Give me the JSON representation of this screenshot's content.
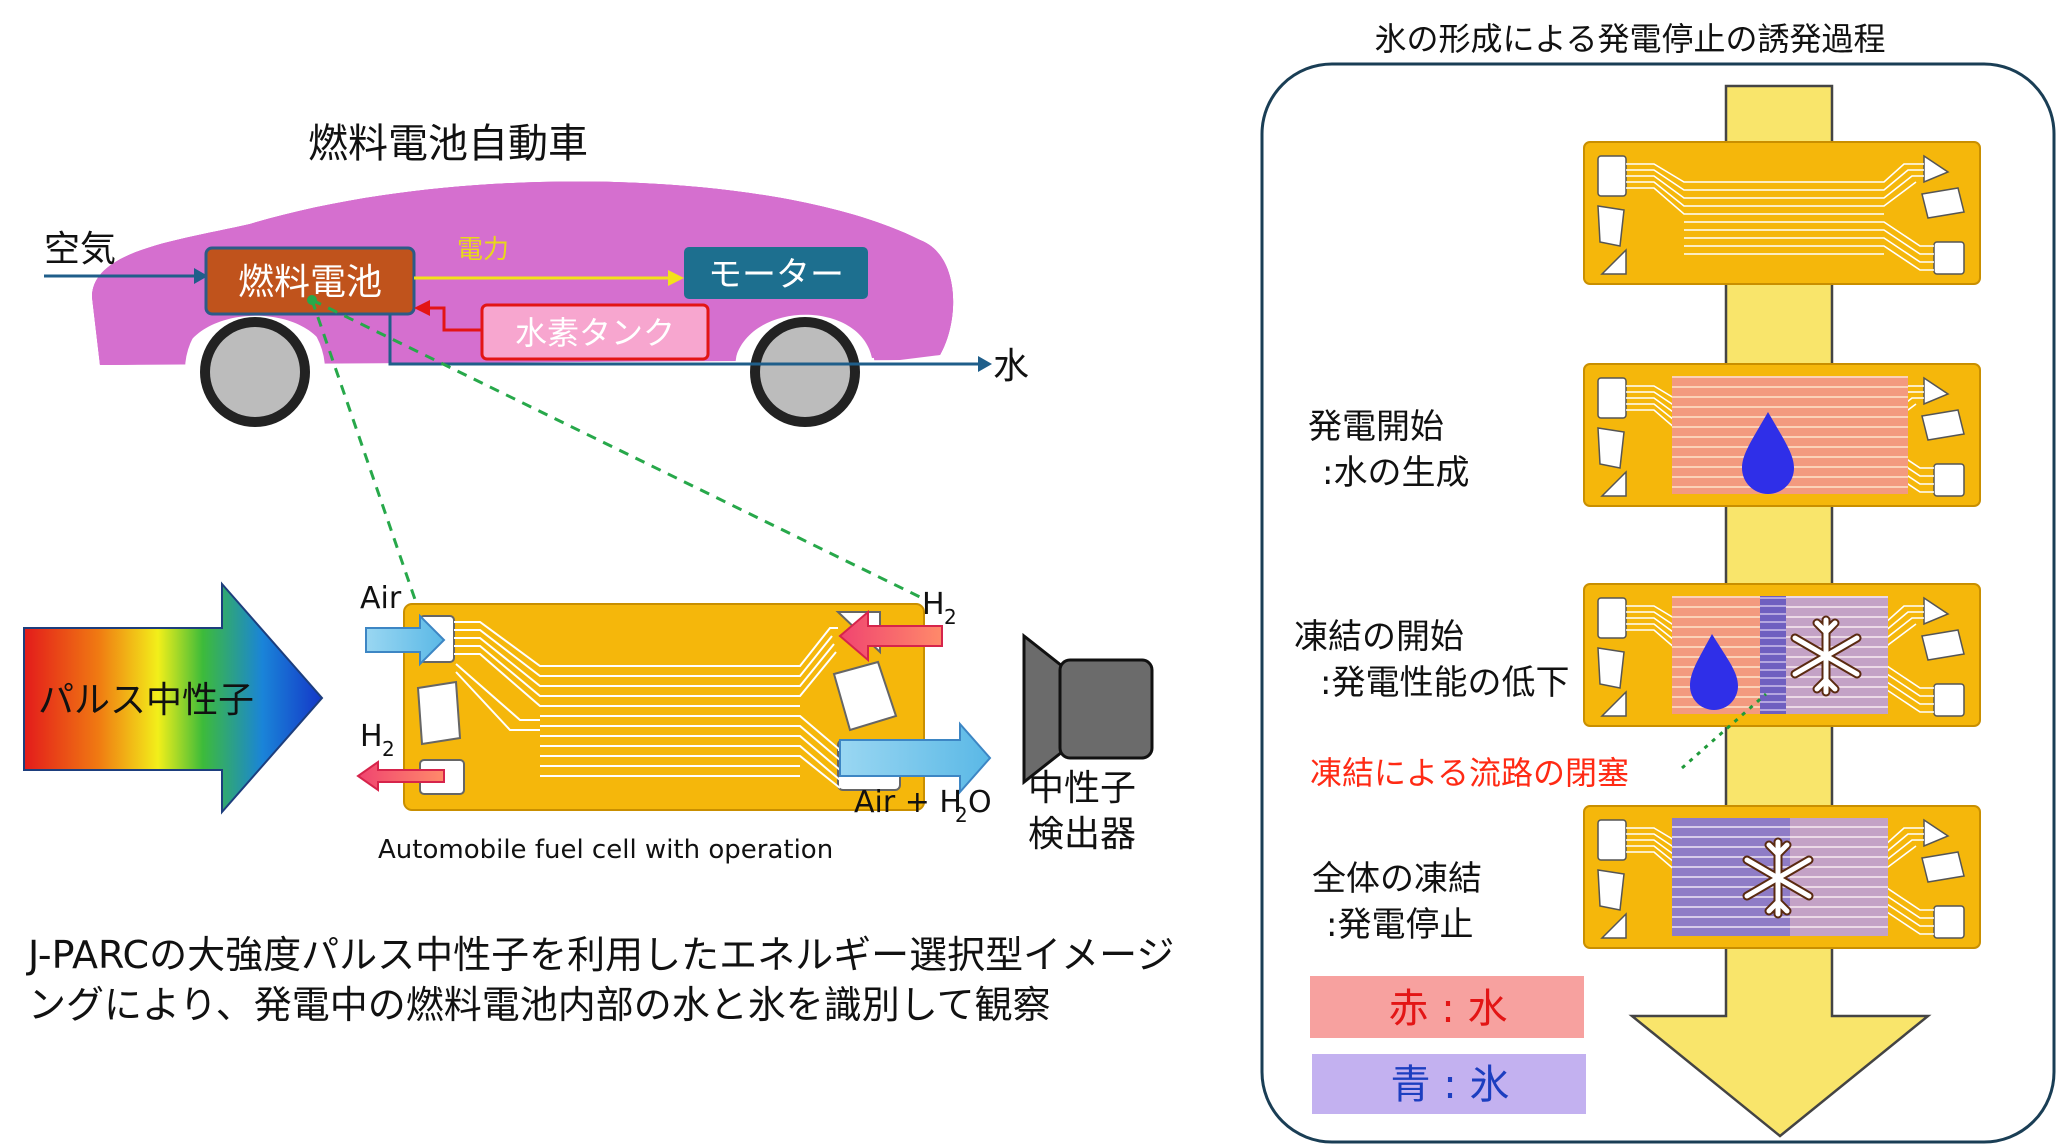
{
  "car": {
    "title": "燃料電池自動車",
    "air": "空気",
    "power": "電力",
    "fuel_cell": "燃料電池",
    "motor": "モーター",
    "h2_tank": "水素タンク",
    "water": "水"
  },
  "cell": {
    "neutron": "パルス中性子",
    "air_in": "Air",
    "h2_in_top": "H",
    "h2_in_top_sub": "2",
    "h2_out": "H",
    "h2_out_sub": "2",
    "exhaust_a": "Air + H",
    "exhaust_sub": "2",
    "exhaust_b": "O",
    "caption": "Automobile fuel cell with operation",
    "detector_line1": "中性子",
    "detector_line2": "検出器"
  },
  "description": "J-PARCの大強度パルス中性子を利用したエネルギー選択型イメージングにより、発電中の燃料電池内部の水と氷を識別して観察",
  "process": {
    "title": "氷の形成による発電停止の誘発過程",
    "stage2_line1": "発電開始",
    "stage2_line2": ":水の生成",
    "stage3_line1": "凍結の開始",
    "stage3_line2": ":発電性能の低下",
    "blockage": "凍結による流路の閉塞",
    "stage4_line1": "全体の凍結",
    "stage4_line2": ":発電停止"
  },
  "legend": {
    "red": "赤 : 水",
    "blue": "青 : 氷"
  },
  "colors": {
    "car_body": "#d56fcf",
    "fuel_cell_box": "#c0531c",
    "motor_box": "#1d6f8f",
    "tank_box": "#f7a6cf",
    "cell_plate": "#f5b70b",
    "water_region": "#f39a7f",
    "ice_region": "#9f86c9",
    "legend_red": "#f7a19f",
    "legend_blue": "#c3b1f0",
    "blockage_text": "#ff2a14",
    "big_arrow": "#f9e56b"
  }
}
